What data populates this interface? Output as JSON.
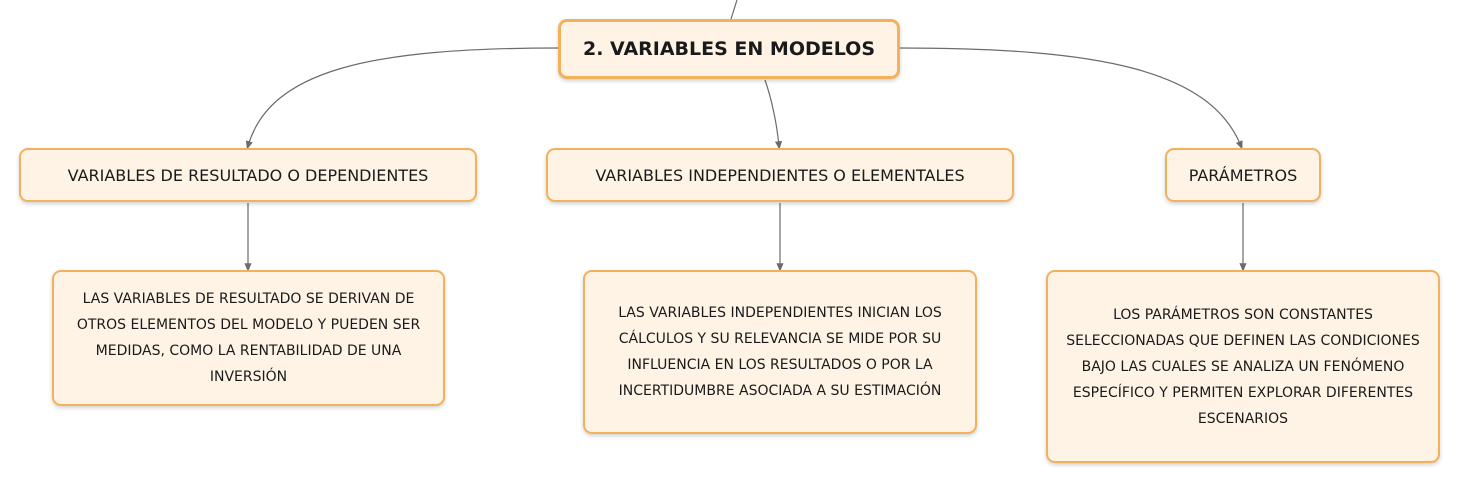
{
  "root": {
    "label": "2. VARIABLES EN MODELOS"
  },
  "branches": [
    {
      "label": "VARIABLES DE RESULTADO O DEPENDIENTES",
      "detail": "LAS VARIABLES DE RESULTADO SE DERIVAN DE OTROS ELEMENTOS DEL MODELO Y PUEDEN SER MEDIDAS, COMO LA RENTABILIDAD DE UNA INVERSIÓN"
    },
    {
      "label": "VARIABLES INDEPENDIENTES O ELEMENTALES",
      "detail": "LAS VARIABLES INDEPENDIENTES INICIAN LOS CÁLCULOS Y SU RELEVANCIA SE MIDE POR SU INFLUENCIA EN LOS RESULTADOS O POR LA INCERTIDUMBRE ASOCIADA A SU ESTIMACIÓN"
    },
    {
      "label": "PARÁMETROS",
      "detail": "LOS PARÁMETROS SON CONSTANTES SELECCIONADAS QUE DEFINEN LAS CONDICIONES BAJO LAS CUALES SE ANALIZA UN FENÓMENO ESPECÍFICO Y PERMITEN EXPLORAR DIFERENTES ESCENARIOS"
    }
  ],
  "colors": {
    "node_fill": "#fff3e6",
    "node_border": "#f4b15c",
    "connector": "#6b6b6b"
  }
}
